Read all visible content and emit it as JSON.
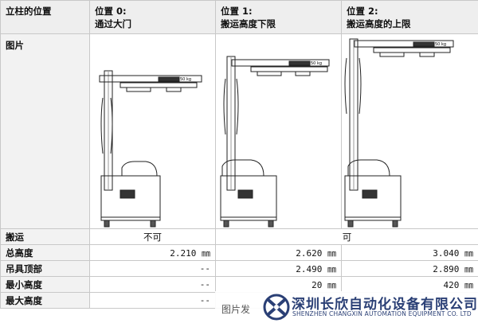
{
  "header": {
    "col0": "立柱的位置",
    "pos0_line1": "位置 0:",
    "pos0_line2": "通过大门",
    "pos1_line1": "位置 1:",
    "pos1_line2": "搬运高度下限",
    "pos2_line1": "位置 2:",
    "pos2_line2": "搬运高度的上限"
  },
  "picture_row": {
    "label": "图片",
    "load_label": "50 kg"
  },
  "transport_row": {
    "label": "搬运",
    "pos0": "不可",
    "pos12": "可"
  },
  "rows": [
    {
      "label": "总高度",
      "pos0": "2.210 ㎜",
      "pos1": "2.620 ㎜",
      "pos2": "3.040 ㎜"
    },
    {
      "label": "吊具顶部",
      "pos0": "--",
      "pos1": "2.490 ㎜",
      "pos2": "2.890 ㎜"
    },
    {
      "label": "最小高度",
      "pos0": "--",
      "pos1": "20 ㎜",
      "pos2": "420 ㎜"
    },
    {
      "label": "最大高度",
      "pos0": "--",
      "pos1": "",
      "pos2": ""
    }
  ],
  "watermark": {
    "text": "图片发",
    "company_cn": "深圳长欣自动化设备有限公司",
    "company_en": "SHENZHEN CHANGXIN AUTOMATION EQUIPMENT CO. LTD",
    "logo_icon": "changxin-logo-icon",
    "logo_color": "#2a3f75"
  }
}
